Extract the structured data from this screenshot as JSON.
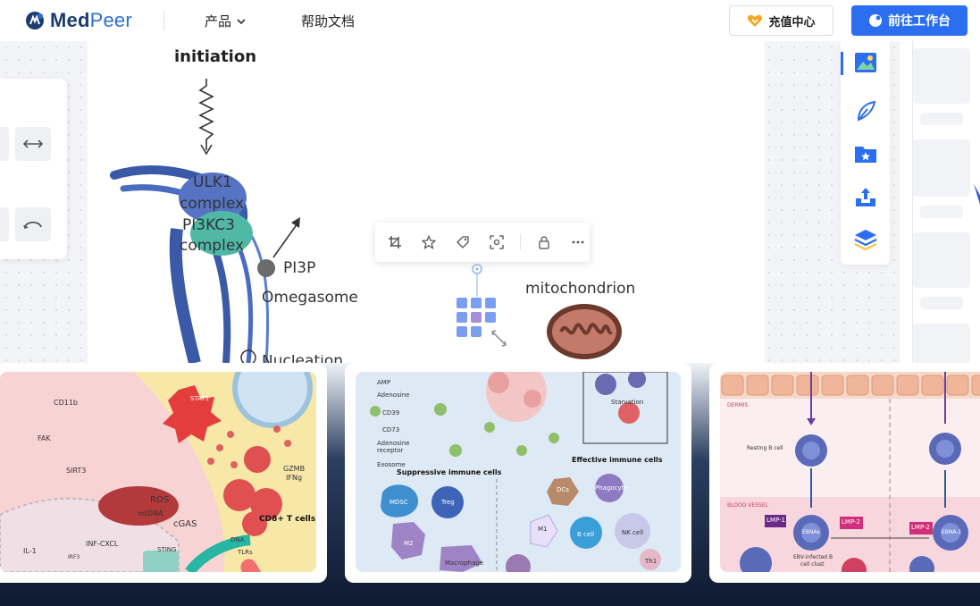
{
  "nav": {
    "brand_bold": "Med",
    "brand_light": "Peer",
    "menu": [
      {
        "label": "产品",
        "has_dropdown": true
      },
      {
        "label": "帮助文档",
        "has_dropdown": false
      }
    ],
    "recharge_label": "充值中心",
    "workbench_label": "前往工作台",
    "colors": {
      "primary": "#2b6ff0",
      "brand_dark": "#1d3b6e"
    }
  },
  "canvas": {
    "labels": {
      "initiation": "initiation",
      "ulk1": "ULK1",
      "complex1": "complex",
      "pi3kc3": "PI3KC3",
      "complex2": "complex",
      "pi3p": "PI3P",
      "omegasome": "Omegasome",
      "nucleation": "Nucleation",
      "mitochondrion": "mitochondrion"
    },
    "left_panel_icons": [
      "width-arrows-icon",
      "curve-connector-icon"
    ],
    "float_toolbar": [
      "crop-icon",
      "star-icon",
      "tag-icon",
      "focus-icon",
      "lock-icon",
      "more-icon"
    ],
    "right_tools": [
      "image-icon",
      "pen-icon",
      "star-folder-icon",
      "upload-icon",
      "layers-icon"
    ]
  },
  "thumbs": [
    {
      "labels": {
        "cd11b": "CD11b",
        "fak": "FAK",
        "sirt3": "SIRT3",
        "stat1": "STAT1",
        "ros": "ROS",
        "mtdna": "mtDNA",
        "cgas": "cGAS",
        "sting": "STING",
        "gzmb": "GZMB",
        "ifng": "IFNg",
        "cd8": "CD8+ T cells",
        "il1": "IL-1",
        "infcxcl": "INF-CXCL",
        "irf3": "IRF3",
        "dna": "DNA",
        "tlrs": "TLRs"
      }
    },
    {
      "labels": {
        "amp": "AMP",
        "adenosine": "Adenosine",
        "cd39": "CD39",
        "cd73": "CD73",
        "adenosine_receptor": "Adenosine receptor",
        "exosome": "Exosome",
        "suppressive": "Suppressive immune cells",
        "effective": "Effective immune cells",
        "mdsc": "MDSC",
        "treg": "Treg",
        "m2": "M2",
        "macrophage": "Macrophage",
        "m1": "M1",
        "dcs": "DCs",
        "bcell": "B cell",
        "nkcell": "NK cell",
        "phagocyte": "Phagocyte",
        "starvation": "Starvation",
        "th1": "Th1"
      }
    },
    {
      "labels": {
        "dermis": "DERMIS",
        "resting_b": "Resting B cell",
        "blood_vessel": "BLOOD VESSEL",
        "lmp1": "LMP-1",
        "lmp2a": "LMP-2",
        "lmp2b": "LMP-2",
        "ebna_a": "EBNAs",
        "ebna_b": "EBNA-1",
        "ebv_infected": "EBV-infected B",
        "cell_clust": "cell clust"
      }
    }
  ]
}
